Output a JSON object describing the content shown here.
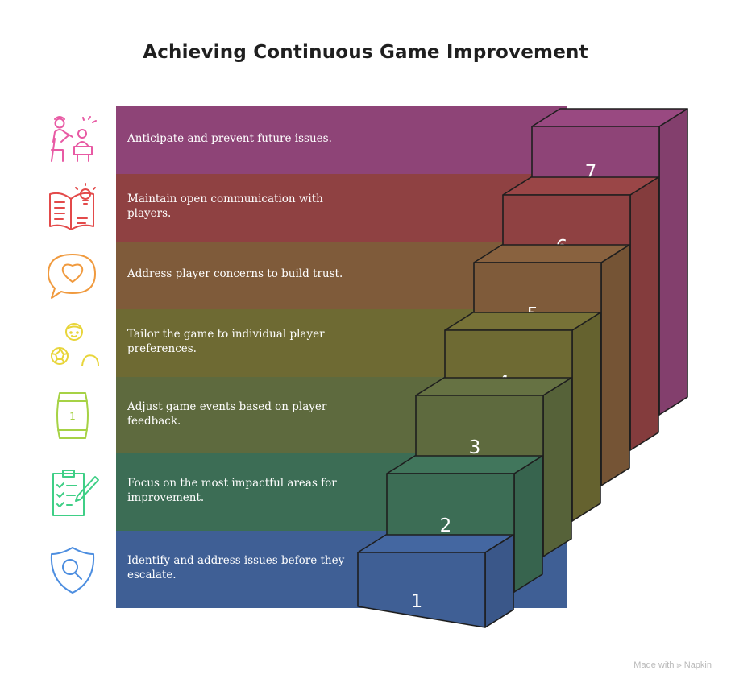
{
  "title": "Achieving Continuous Game Improvement",
  "steps": [
    {
      "number": "7",
      "text": "Anticipate and prevent future issues.",
      "color": "#8e4477",
      "icon": "teacher-student-icon",
      "icon_color": "#e85aa4"
    },
    {
      "number": "6",
      "text": "Maintain open communication with players.",
      "color": "#8f4142",
      "icon": "book-lightbulb-icon",
      "icon_color": "#e34a4a"
    },
    {
      "number": "5",
      "text": "Address player concerns to build trust.",
      "color": "#7f5b3a",
      "icon": "heart-speech-bubble-icon",
      "icon_color": "#f09a3e"
    },
    {
      "number": "4",
      "text": "Tailor the game to individual player preferences.",
      "color": "#6e6a33",
      "icon": "player-ball-icon",
      "icon_color": "#e8d53a"
    },
    {
      "number": "3",
      "text": "Adjust game events based on player feedback.",
      "color": "#5e6a3e",
      "icon": "barrel-icon",
      "icon_color": "#a6d245",
      "icon_label": "1"
    },
    {
      "number": "2",
      "text": "Focus on the most impactful areas for improvement.",
      "color": "#3c6d55",
      "icon": "clipboard-checklist-icon",
      "icon_color": "#3fcf86"
    },
    {
      "number": "1",
      "text": "Identify and address issues before they escalate.",
      "color": "#3f5f95",
      "icon": "magnifier-shield-icon",
      "icon_color": "#4d8ee0"
    }
  ],
  "footer": "Made with ⫸ Napkin"
}
